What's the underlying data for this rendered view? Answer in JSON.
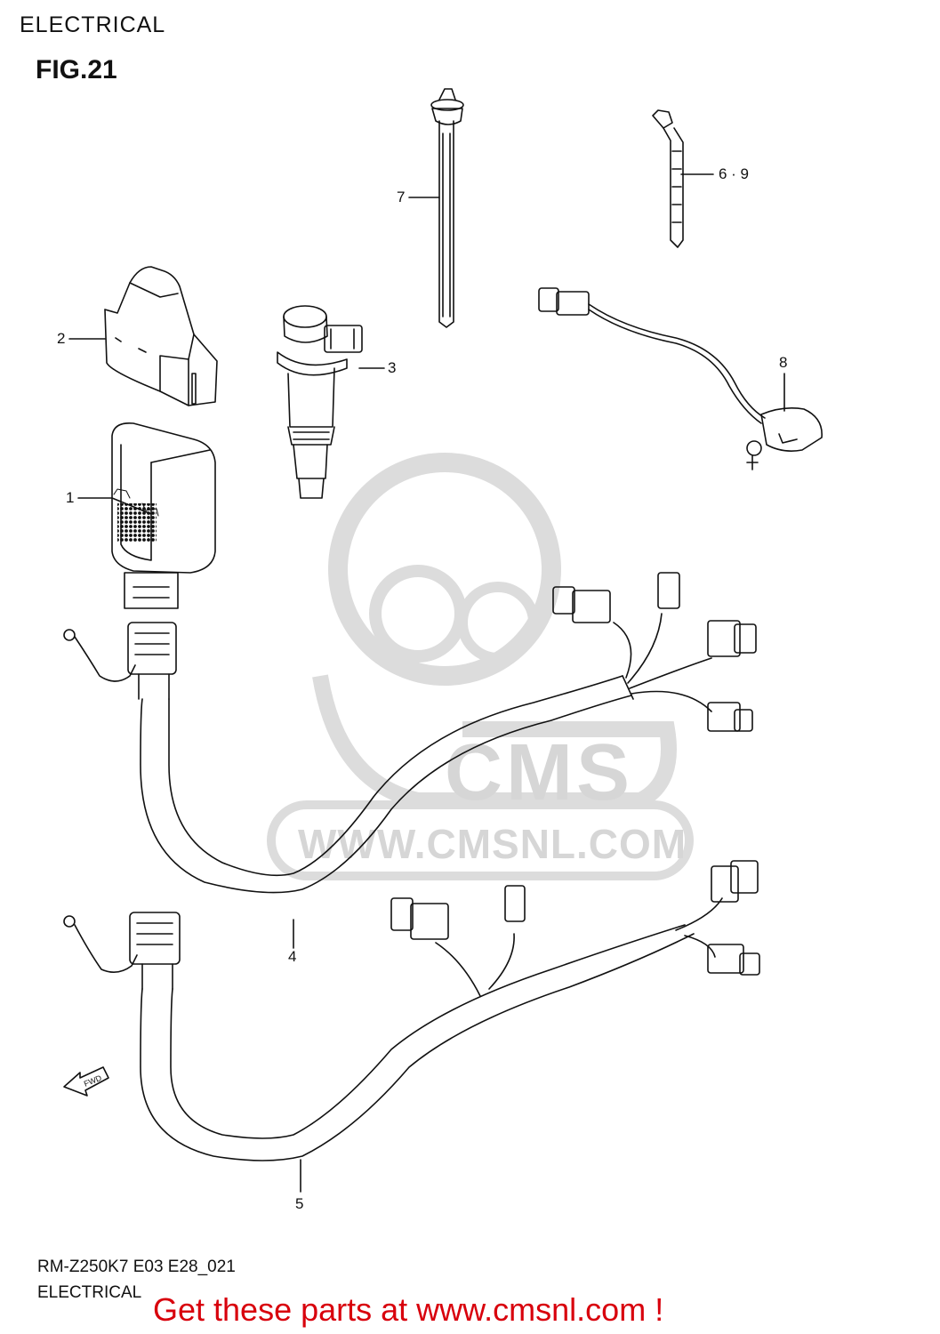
{
  "header": {
    "title": "ELECTRICAL"
  },
  "figure": {
    "label": "FIG.21"
  },
  "callouts": [
    {
      "id": "1",
      "text": "1"
    },
    {
      "id": "2",
      "text": "2"
    },
    {
      "id": "3",
      "text": "3"
    },
    {
      "id": "4",
      "text": "4"
    },
    {
      "id": "5",
      "text": "5"
    },
    {
      "id": "6-9",
      "text": "6 · 9"
    },
    {
      "id": "7",
      "text": "7"
    },
    {
      "id": "8",
      "text": "8"
    }
  ],
  "arrow": {
    "label": "FWD"
  },
  "watermark": {
    "logo": "CMS",
    "site": "WWW.CMSNL.COM"
  },
  "footer": {
    "code": "RM-Z250K7 E03 E28_021",
    "subtitle": "ELECTRICAL",
    "promo": "Get these parts at www.cmsnl.com !"
  },
  "colors": {
    "line": "#111111",
    "promo": "#d8000c",
    "watermark": "#d6d6d6"
  }
}
